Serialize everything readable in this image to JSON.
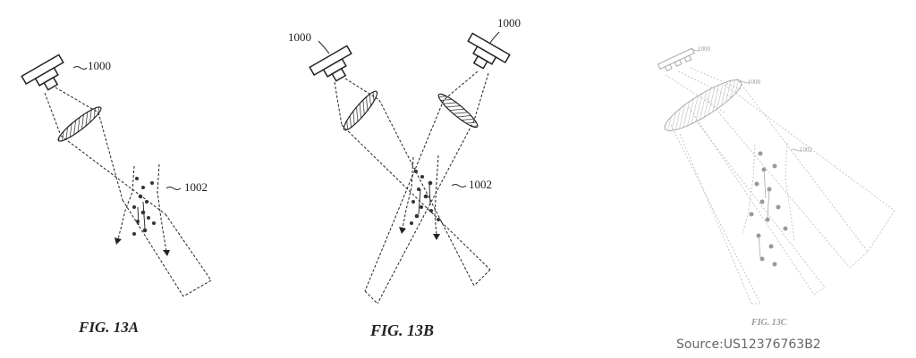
{
  "figures": [
    {
      "caption": "FIG. 13A",
      "labels": {
        "device": "1000",
        "pattern": "1002"
      }
    },
    {
      "caption": "FIG. 13B",
      "labels": {
        "device_left": "1000",
        "device_right": "1000",
        "pattern": "1002"
      }
    },
    {
      "caption": "FIG. 13C",
      "labels": {
        "device": "1000",
        "lens": "1008",
        "pattern": "1002"
      }
    }
  ],
  "source": "Source:US12376763B2"
}
